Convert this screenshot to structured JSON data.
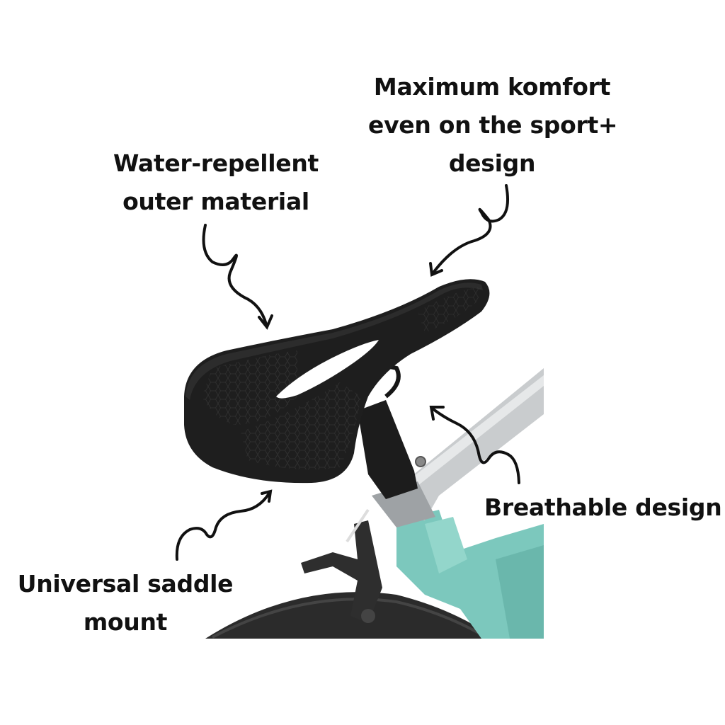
{
  "callouts": [
    {
      "id": "comfort",
      "lines": [
        "Maximum komfort",
        "even on the sport+",
        "design"
      ]
    },
    {
      "id": "water",
      "lines": [
        "Water-repellent",
        "outer material"
      ]
    },
    {
      "id": "breathable",
      "lines": [
        "Breathable design"
      ]
    },
    {
      "id": "mount",
      "lines": [
        "Universal saddle",
        "mount"
      ]
    }
  ],
  "image": {
    "subject": "black bicycle saddle with center cutout and hexagon texture mounted on teal and silver road bike",
    "colors": {
      "saddle": "#1e1e1e",
      "frame_teal": "#7cc8bd",
      "frame_silver": "#c9ccce",
      "tire": "#2a2a2a",
      "arrows": "#111111"
    }
  }
}
